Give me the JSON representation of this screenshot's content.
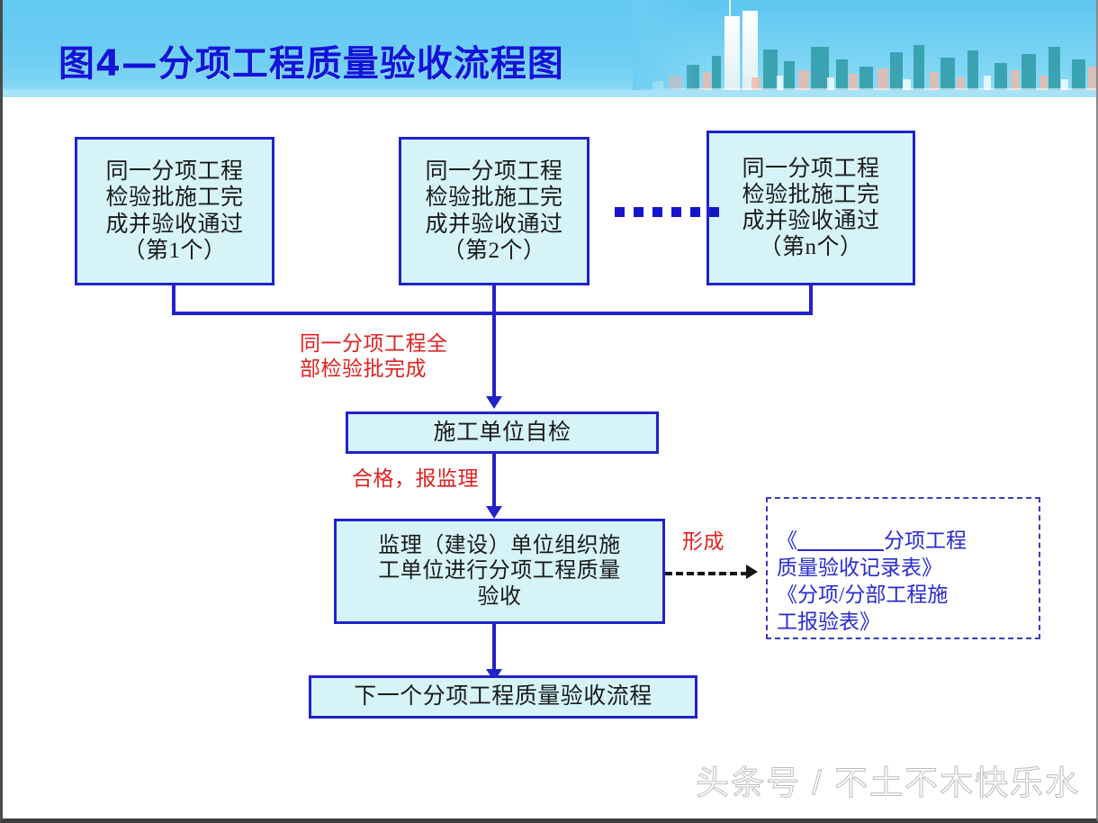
{
  "header": {
    "title": "图4—分项工程质量验收流程图",
    "band_color": "#6ccdf3",
    "title_color": "#1414d8",
    "skyline_alt": "city-skyline-image"
  },
  "flow": {
    "batch_nodes": [
      {
        "text": "同一分项工程\n检验批施工完\n成并验收通过\n（第1个）"
      },
      {
        "text": "同一分项工程\n检验批施工完\n成并验收通过\n（第2个）"
      },
      {
        "text": "同一分项工程\n检验批施工完\n成并验收通过\n（第n个）"
      }
    ],
    "ellipsis_dots": 6,
    "self_check_node": "施工单位自检",
    "acceptance_node": "监理（建设）单位组织施\n工单位进行分项工程质量\n验收",
    "next_node": "下一个分项工程质量验收流程",
    "doc_box": {
      "line1_prefix": "《",
      "line1_blank": "＿＿＿＿",
      "line1_suffix": "分项工程",
      "line2": "质量验收记录表》",
      "line3": "《分项/分部工程施",
      "line4": "工报验表》"
    }
  },
  "annotations": {
    "all_batches_done": "同一分项工程全\n部检验批完成",
    "qualified_report": "合格，报监理",
    "forms": "形成"
  },
  "watermark": "头条号 / 不土不木快乐水",
  "colors": {
    "node_fill": "#d6f4f8",
    "node_border": "#2222cc",
    "annotation_red": "#e02020",
    "doc_text_blue": "#2a2ad0"
  }
}
